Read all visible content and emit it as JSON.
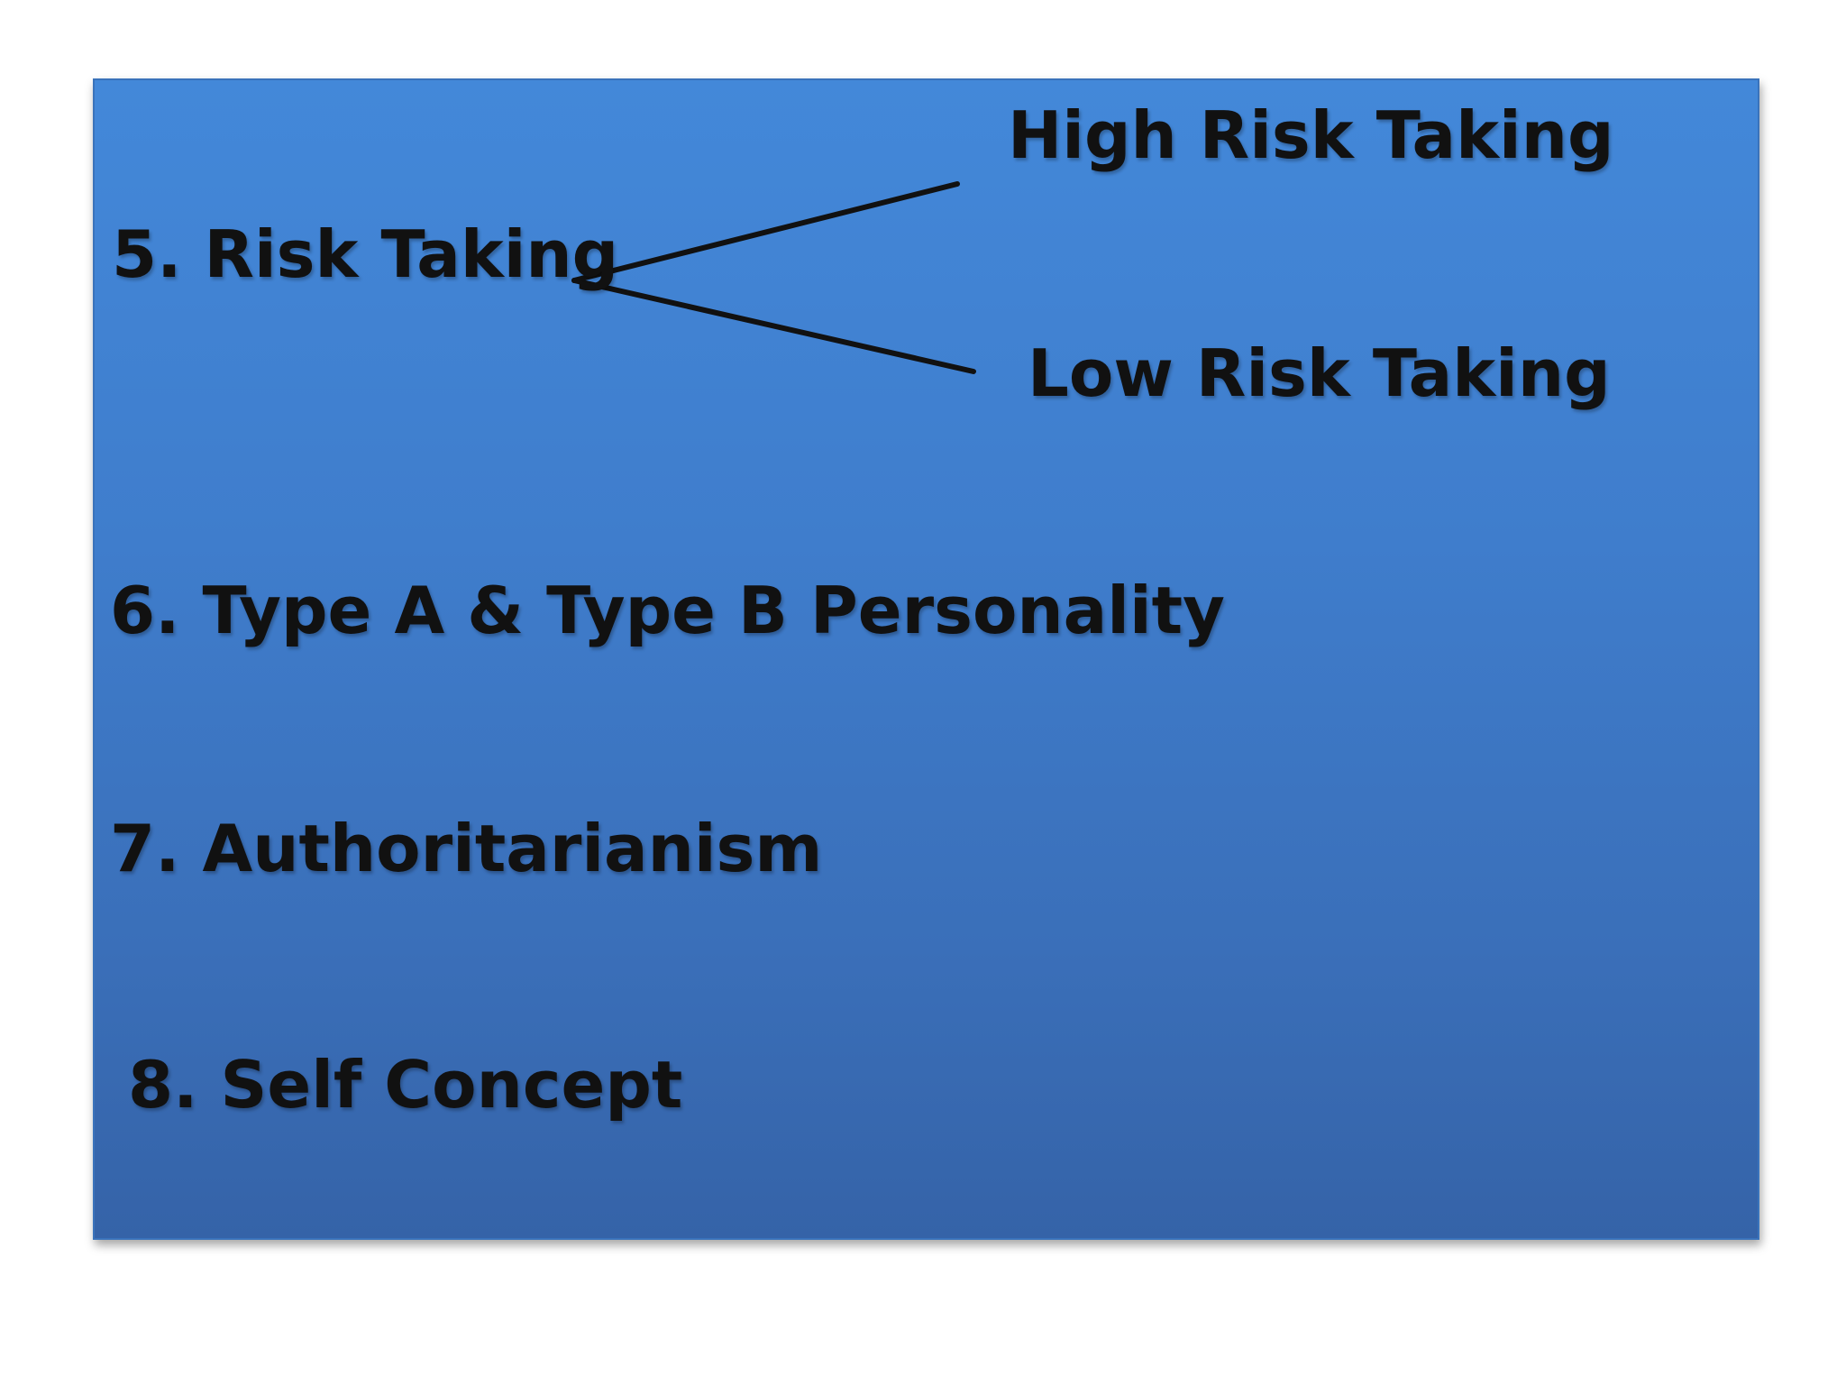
{
  "diagram": {
    "root": {
      "label": "5. Risk Taking"
    },
    "branches": [
      {
        "label": "High Risk Taking"
      },
      {
        "label": "Low Risk Taking"
      }
    ]
  },
  "items": [
    {
      "label": "6. Type A & Type B Personality"
    },
    {
      "label": "7. Authoritarianism"
    },
    {
      "label": "8. Self Concept"
    }
  ],
  "colors": {
    "box_top": "#4388d9",
    "box_bottom": "#3563a8",
    "text": "#111111"
  }
}
